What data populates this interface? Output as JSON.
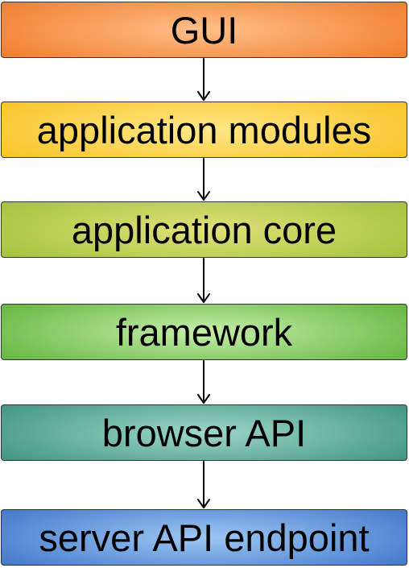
{
  "diagram": {
    "layers": [
      {
        "label": "GUI",
        "center": "#ffbf8a",
        "edge": "#f07a28"
      },
      {
        "label": "application modules",
        "center": "#ffe88a",
        "edge": "#f9c220"
      },
      {
        "label": "application core",
        "center": "#e2e07a",
        "edge": "#9ec33a"
      },
      {
        "label": "framework",
        "center": "#c6eeaa",
        "edge": "#5fb33a"
      },
      {
        "label": "browser API",
        "center": "#9ed7c8",
        "edge": "#3c9180"
      },
      {
        "label": "server API endpoint",
        "center": "#9ec8f2",
        "edge": "#3e74c9"
      }
    ]
  }
}
